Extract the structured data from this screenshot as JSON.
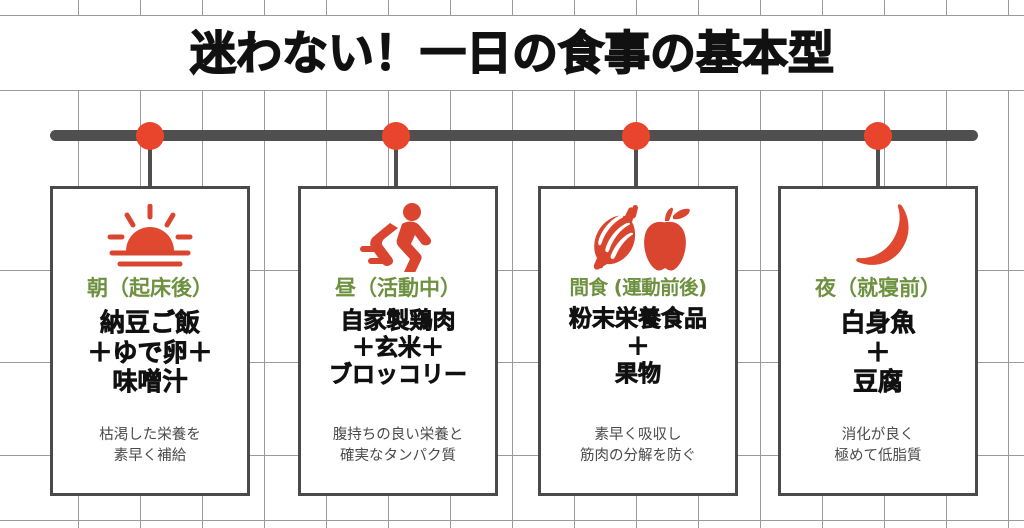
{
  "header": {
    "title": "迷わない！一日の食事の基本型"
  },
  "theme": {
    "accent_red": "#e8452c",
    "phase_green": "#6e9140",
    "bar_gray": "#4f4f4f",
    "card_border": "#4a4a4a",
    "note_gray": "#4a4a4a",
    "grid_line": "#9a9a9a",
    "background": "#ffffff"
  },
  "timeline": {
    "dot_count": 4,
    "dot_color": "#e8452c",
    "bar_color": "#4f4f4f"
  },
  "cards": [
    {
      "icon": "sunrise-icon",
      "phase": "朝（起床後）",
      "meal": "納豆ご飯＋ゆで卵＋味噌汁",
      "note": "枯渇した栄養を\n素早く補給"
    },
    {
      "icon": "running-person-icon",
      "phase": "昼（活動中）",
      "meal": "自家製鶏肉＋玄米＋ブロッコリー",
      "note": "腹持ちの良い栄養と\n確実なタンパク質"
    },
    {
      "icon": "muscle-apple-icon",
      "phase": "間食 (運動前後)",
      "meal": "粉末栄養食品＋果物",
      "note": "素早く吸収し\n筋肉の分解を防ぐ"
    },
    {
      "icon": "crescent-moon-icon",
      "phase": "夜（就寝前）",
      "meal": "白身魚＋豆腐",
      "note": "消化が良く\n極めて低脂質"
    }
  ]
}
